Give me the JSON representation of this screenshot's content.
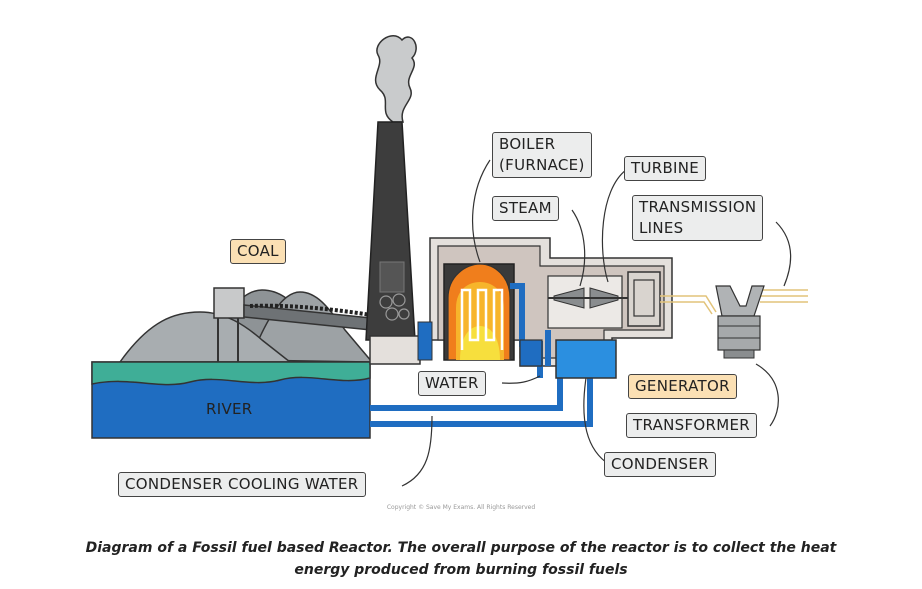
{
  "labels": {
    "boiler": "BOILER\n(FURNACE)",
    "turbine": "TURBINE",
    "steam": "STEAM",
    "transmission": "TRANSMISSION\nLINES",
    "coal": "COAL",
    "water": "WATER",
    "generator": "GENERATOR",
    "river": "RIVER",
    "transformer": "TRANSFORMER",
    "condenser": "CONDENSER",
    "cooling": "CONDENSER COOLING WATER"
  },
  "copyright": "Copyright © Save My Exams. All Rights Reserved",
  "caption": "Diagram of a Fossil fuel based Reactor. The overall purpose of the reactor is to collect the heat energy produced from burning fossil fuels",
  "colors": {
    "label_fill": "#eceded",
    "highlight_fill": "#fbe0b4",
    "water_blue": "#1f6dc1",
    "river_green": "#3fae97",
    "coal_grey": "#8e9396",
    "chimney": "#3d3d3d",
    "flame_orange": "#f07e1c",
    "flame_yellow": "#f7df3d"
  }
}
